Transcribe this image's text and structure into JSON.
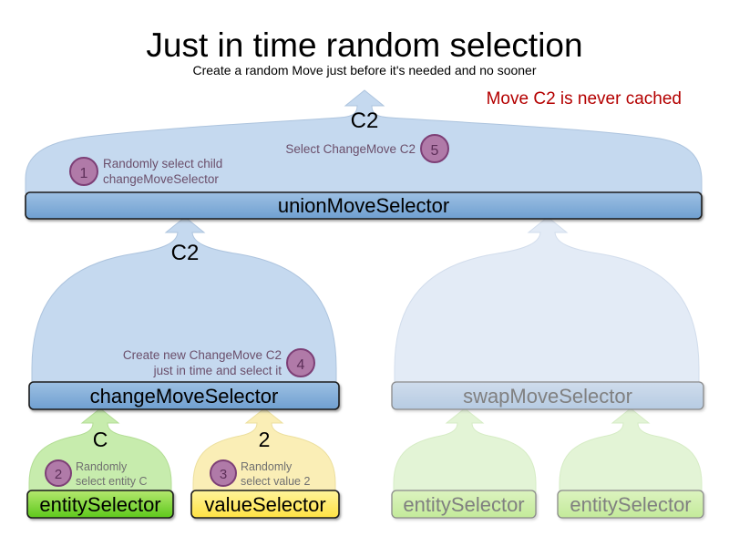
{
  "page": {
    "title": "Just in time random selection",
    "subtitle": "Create a random Move just before it's needed and no sooner",
    "note": "Move C2 is never cached",
    "note_color": "#b40000",
    "background": "#ffffff"
  },
  "palette": {
    "blue_box_fill_top": "#9dc0e3",
    "blue_box_fill_bottom": "#6f9fd0",
    "blue_balloon": "#c5d9ef",
    "blue_balloon_stroke": "#a9c2de",
    "green_box_fill_top": "#a8e060",
    "green_box_fill_bottom": "#62c81e",
    "green_balloon": "#c7ecad",
    "yellow_box_fill_top": "#ffef8a",
    "yellow_box_fill_bottom": "#ffe04a",
    "yellow_balloon": "#faeeb6",
    "badge_fill": "#b07aa8",
    "badge_stroke": "#7d3f76",
    "annotation_text": "#6b4f6b",
    "ghost_text": "#808080",
    "box_border": "#1a1a1a",
    "ghost_border": "#8a8a8a"
  },
  "diagram": {
    "nodes": [
      {
        "id": "unionMoveSelector",
        "label": "unionMoveSelector",
        "state": "active",
        "color": "blue"
      },
      {
        "id": "changeMoveSelector",
        "label": "changeMoveSelector",
        "state": "active",
        "color": "blue"
      },
      {
        "id": "swapMoveSelector",
        "label": "swapMoveSelector",
        "state": "ghost",
        "color": "blue"
      },
      {
        "id": "entitySelector-change",
        "label": "entitySelector",
        "state": "active",
        "color": "green"
      },
      {
        "id": "valueSelector-change",
        "label": "valueSelector",
        "state": "active",
        "color": "yellow"
      },
      {
        "id": "entitySelector-swap-left",
        "label": "entitySelector",
        "state": "ghost",
        "color": "green"
      },
      {
        "id": "entitySelector-swap-right",
        "label": "entitySelector",
        "state": "ghost",
        "color": "green"
      }
    ],
    "flow_labels": [
      {
        "id": "flow-union-out",
        "text": "C2"
      },
      {
        "id": "flow-change-out",
        "text": "C2"
      },
      {
        "id": "flow-entity-out",
        "text": "C"
      },
      {
        "id": "flow-value-out",
        "text": "2"
      }
    ],
    "steps": [
      {
        "number": "1",
        "lines": [
          "Randomly select child",
          "changeMoveSelector"
        ],
        "anchor": "unionMoveSelector",
        "badge_side": "left"
      },
      {
        "number": "2",
        "lines": [
          "Randomly",
          "select entity C"
        ],
        "anchor": "entitySelector-change",
        "badge_side": "left"
      },
      {
        "number": "3",
        "lines": [
          "Randomly",
          "select value 2"
        ],
        "anchor": "valueSelector-change",
        "badge_side": "left"
      },
      {
        "number": "4",
        "lines": [
          "Create new ChangeMove C2",
          "just in time and select it"
        ],
        "anchor": "changeMoveSelector",
        "badge_side": "right"
      },
      {
        "number": "5",
        "lines": [
          "Select ChangeMove C2"
        ],
        "anchor": "unionMoveSelector",
        "badge_side": "right"
      }
    ]
  }
}
